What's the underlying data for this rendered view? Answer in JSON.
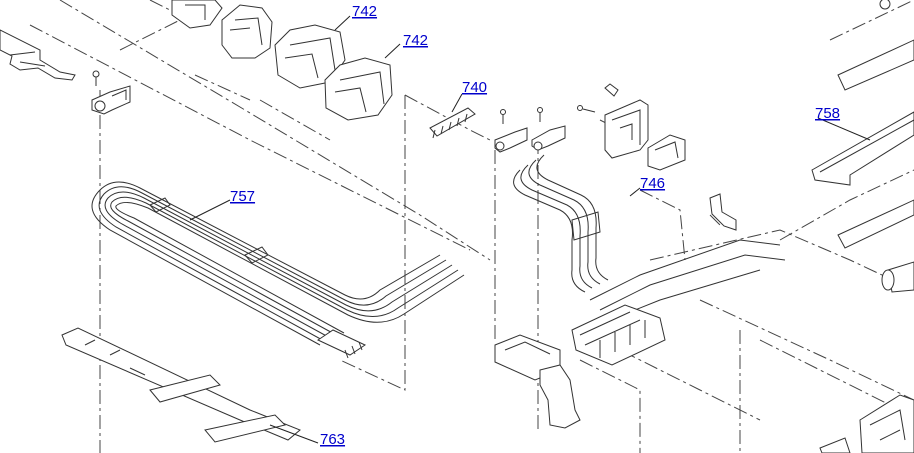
{
  "callouts": [
    {
      "id": "c742a",
      "label": "742"
    },
    {
      "id": "c742b",
      "label": "742"
    },
    {
      "id": "c740",
      "label": "740"
    },
    {
      "id": "c758",
      "label": "758"
    },
    {
      "id": "c746",
      "label": "746"
    },
    {
      "id": "c757",
      "label": "757"
    },
    {
      "id": "c763",
      "label": "763"
    }
  ],
  "colors": {
    "callout": "#0000cc",
    "line": "#333333",
    "background": "#ffffff"
  }
}
